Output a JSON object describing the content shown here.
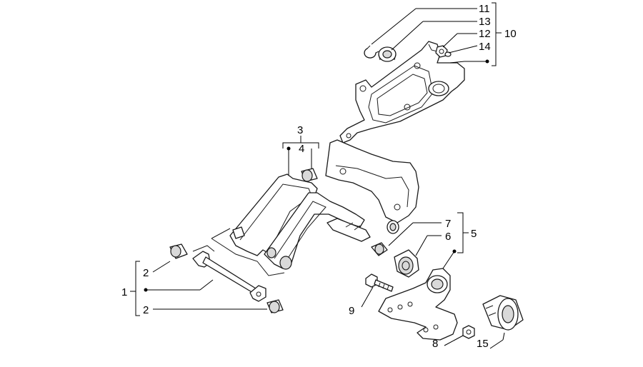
{
  "callouts": {
    "c1": "1",
    "c2a": "2",
    "c2b": "2",
    "c3": "3",
    "c4": "4",
    "c5": "5",
    "c6": "6",
    "c7": "7",
    "c8": "8",
    "c9": "9",
    "c10": "10",
    "c11": "11",
    "c12": "12",
    "c13": "13",
    "c14": "14",
    "c15": "15"
  },
  "colors": {
    "line": "#1a1a1a",
    "shade": "#d9d9d9",
    "background": "#ffffff"
  }
}
